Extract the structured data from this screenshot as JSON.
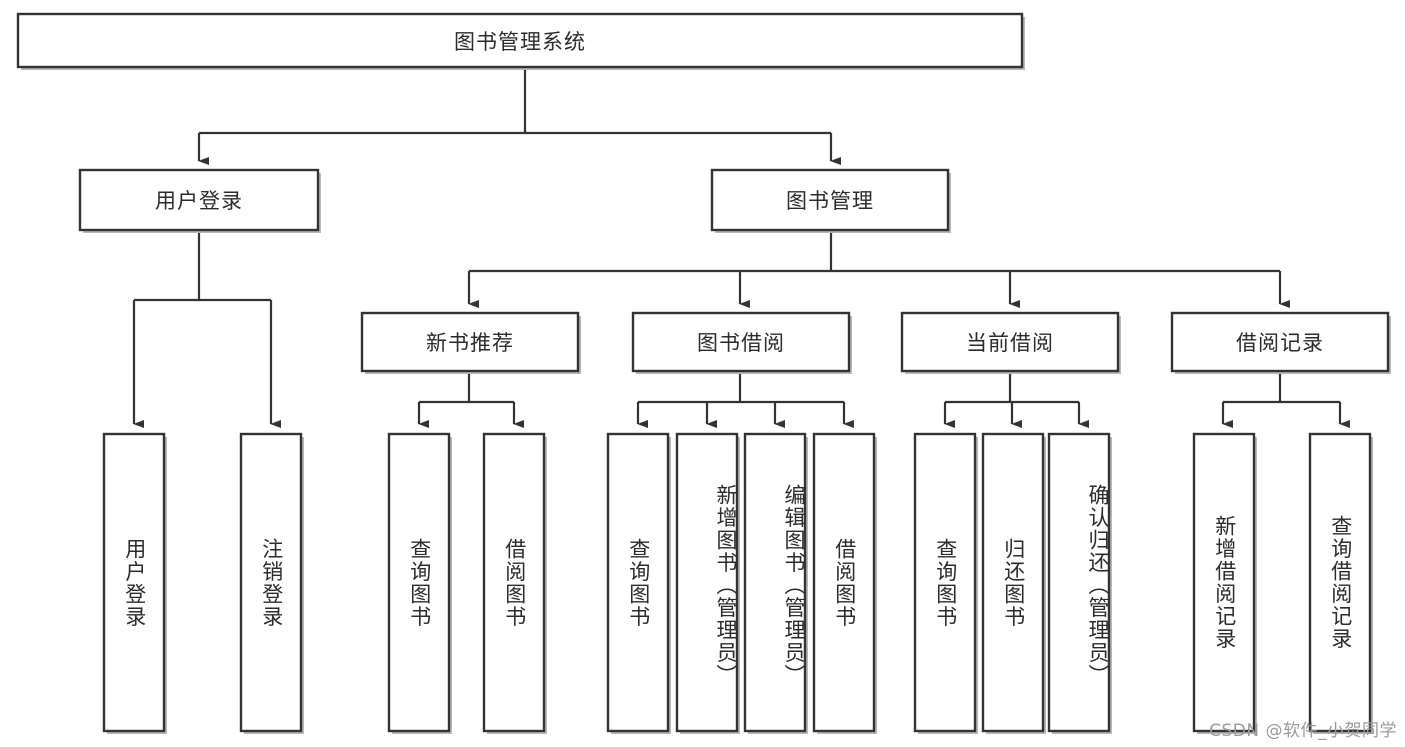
{
  "diagram": {
    "type": "tree-hierarchy",
    "title": "图书管理系统",
    "watermark": "CSDN @软件_小贺同学",
    "colors": {
      "box_stroke": "#333333",
      "box_fill": "#ffffff",
      "shadow": "#b8b8b8",
      "text": "#2b2b2b",
      "connector": "#333333",
      "watermark": "#9a9a9a"
    },
    "root": {
      "id": "root",
      "label": "图书管理系统",
      "orientation": "horizontal"
    },
    "level2": [
      {
        "id": "user-login",
        "label": "用户登录",
        "orientation": "horizontal"
      },
      {
        "id": "book-management",
        "label": "图书管理",
        "orientation": "horizontal"
      }
    ],
    "level3": [
      {
        "id": "new-book-recommend",
        "label": "新书推荐",
        "orientation": "horizontal",
        "parent": "book-management"
      },
      {
        "id": "book-borrow",
        "label": "图书借阅",
        "orientation": "horizontal",
        "parent": "book-management"
      },
      {
        "id": "current-borrow",
        "label": "当前借阅",
        "orientation": "horizontal",
        "parent": "book-management"
      },
      {
        "id": "borrow-record",
        "label": "借阅记录",
        "orientation": "horizontal",
        "parent": "book-management"
      }
    ],
    "leaves": {
      "user-login": [
        {
          "id": "leaf-user-login",
          "label": "用户登录"
        },
        {
          "id": "leaf-user-logout",
          "label": "注销登录"
        }
      ],
      "new-book-recommend": [
        {
          "id": "leaf-query-book-1",
          "label": "查询图书"
        },
        {
          "id": "leaf-borrow-book-1",
          "label": "借阅图书"
        }
      ],
      "book-borrow": [
        {
          "id": "leaf-query-book-2",
          "label": "查询图书"
        },
        {
          "id": "leaf-add-book",
          "label": "新增图书（管理员）"
        },
        {
          "id": "leaf-edit-book",
          "label": "编辑图书（管理员）"
        },
        {
          "id": "leaf-borrow-book-2",
          "label": "借阅图书"
        }
      ],
      "current-borrow": [
        {
          "id": "leaf-query-book-3",
          "label": "查询图书"
        },
        {
          "id": "leaf-return-book",
          "label": "归还图书"
        },
        {
          "id": "leaf-confirm-return",
          "label": "确认归还（管理员）"
        }
      ],
      "borrow-record": [
        {
          "id": "leaf-add-record",
          "label": "新增借阅记录"
        },
        {
          "id": "leaf-query-record",
          "label": "查询借阅记录"
        }
      ]
    }
  }
}
